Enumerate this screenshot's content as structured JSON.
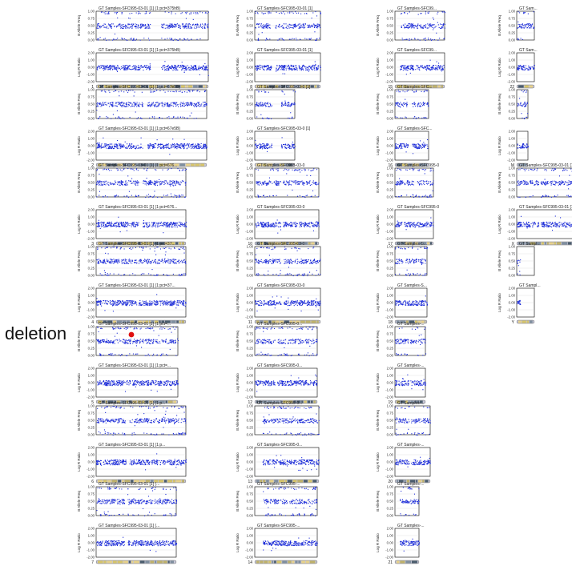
{
  "annotation": {
    "label": "deletion",
    "marker_color": "#e01010"
  },
  "colors": {
    "points": "#1a2ad8",
    "frame": "#000000",
    "grid": "#cccccc"
  },
  "axis_labels": {
    "baf": "B Allele Freq",
    "lrr": "Log R Ratio"
  },
  "ticks": {
    "baf": [
      "1.00",
      "0.75",
      "0.50",
      "0.25",
      "0.00"
    ],
    "lrr": [
      "2.00",
      "1.00",
      "0.00",
      "-1.00",
      "-2.00"
    ]
  },
  "chart_data": {
    "type": "scatter",
    "ylim_baf": [
      0,
      1
    ],
    "ylim_lrr": [
      -2,
      2
    ],
    "panels": [
      {
        "chromosome": "1",
        "title_top": "GT Samples-SFC995-03-01 [1] (1:pct=375hB)",
        "title_bottom": "GT Samples-SFC995-03-01 [1] (1:pct=375hB)",
        "gaps": [
          [
            0.48,
            0.58
          ]
        ]
      },
      {
        "chromosome": "8",
        "title_top": "GT Samples-SFC995-03-01 [1]",
        "title_bottom": "GT Samples-SFC995-03-01 [1]",
        "gaps": [
          [
            0.25,
            0.31
          ]
        ]
      },
      {
        "chromosome": "15",
        "title_top": "GT Samples-SFC99...",
        "title_bottom": "GT Samples-SFC99...",
        "gaps": [
          [
            0.0,
            0.1
          ]
        ]
      },
      {
        "chromosome": "22",
        "title_top": "GT Sam...",
        "title_bottom": "GT Sam...",
        "gaps": []
      },
      {
        "chromosome": "2",
        "title_top": "GT Samples-SFC995-03-01 [1] (1:pct=67e5B)",
        "title_bottom": "GT Samples-SFC995-03-01 [1] (1:pct=67e5B)",
        "gaps": [
          [
            0.42,
            0.46
          ]
        ]
      },
      {
        "chromosome": "9",
        "title_top": "GT Samples-SFC995-03-0 [1]",
        "title_bottom": "GT Samples-SFC995-03-0 [1]",
        "gaps": [
          [
            0.42,
            0.65
          ]
        ]
      },
      {
        "chromosome": "16",
        "title_top": "GT Samples-SFC...",
        "title_bottom": "GT Samples-SFC...",
        "gaps": [
          [
            0.38,
            0.5
          ]
        ]
      },
      {
        "chromosome": "M",
        "title_top": "",
        "title_bottom": "",
        "gaps": []
      },
      {
        "chromosome": "3",
        "title_top": "GT Samples-SFC995-03-01 [1] (1:pct=676...",
        "title_bottom": "GT Samples-SFC995-03-01 [1] (1:pct=676...",
        "gaps": [
          [
            0.47,
            0.52
          ]
        ]
      },
      {
        "chromosome": "10",
        "title_top": "GT Samples-SFC995-03-0",
        "title_bottom": "GT Samples-SFC995-03-0",
        "gaps": [
          [
            0.4,
            0.44
          ]
        ]
      },
      {
        "chromosome": "17",
        "title_top": "GT Samples-SFC995-0",
        "title_bottom": "GT Samples-SFC995-0",
        "gaps": [
          [
            0.2,
            0.24
          ]
        ]
      },
      {
        "chromosome": "X",
        "title_top": "GT Samples-SFC995-03-01 [1] ...",
        "title_bottom": "GT Samples-SFC995-03-01 [1] ...",
        "gaps": [
          [
            0.33,
            0.36
          ]
        ]
      },
      {
        "chromosome": "4",
        "title_top": "GT Samples-SFC995-03-01 [1] (1:pct=37...",
        "title_bottom": "GT Samples-SFC995-03-01 [1] (1:pct=37...",
        "gaps": [
          [
            0.45,
            0.47
          ]
        ]
      },
      {
        "chromosome": "11",
        "title_top": "GT Samples-SFC995-03-0",
        "title_bottom": "GT Samples-SFC995-03-0",
        "gaps": [
          [
            0.4,
            0.44
          ]
        ]
      },
      {
        "chromosome": "18",
        "title_top": "GT Samples-S...",
        "title_bottom": "GT Samples-S...",
        "gaps": [
          [
            0.25,
            0.28
          ]
        ]
      },
      {
        "chromosome": "Y",
        "title_top": "GT Sampl...",
        "title_bottom": "GT Sampl...",
        "gaps": [
          [
            0.2,
            1.0
          ]
        ]
      },
      {
        "chromosome": "5",
        "title_top": "GT Samples-SFC995-03-01 [1] (1:pct=...",
        "title_bottom": "GT Samples-SFC995-03-01 [1] (1:pct=...",
        "gaps": [
          [
            0.42,
            0.44
          ]
        ]
      },
      {
        "chromosome": "12",
        "title_top": "GT Samples-SFC995-0...",
        "title_bottom": "GT Samples-SFC995-0...",
        "gaps": [
          [
            0.32,
            0.36
          ]
        ]
      },
      {
        "chromosome": "19",
        "title_top": "GT Samples-...",
        "title_bottom": "GT Samples-...",
        "gaps": [
          [
            0.45,
            0.5
          ]
        ]
      },
      {
        "chromosome": "6",
        "title_top": "GT Samples-SFC995-03-01 [1] (1:p...",
        "title_bottom": "GT Samples-SFC995-03-01 [1] (1:p...",
        "gaps": [
          [
            0.33,
            0.37
          ]
        ]
      },
      {
        "chromosome": "13",
        "title_top": "GT Samples-SFC995-0...",
        "title_bottom": "GT Samples-SFC995-0...",
        "gaps": [
          [
            0.0,
            0.12
          ]
        ]
      },
      {
        "chromosome": "20",
        "title_top": "GT Samples-...",
        "title_bottom": "GT Samples-...",
        "gaps": [
          [
            0.4,
            0.45
          ]
        ]
      },
      {
        "chromosome": "7",
        "title_top": "GT Samples-SFC995-03-01 [1] (...",
        "title_bottom": "GT Samples-SFC995-03-01 [1] (...",
        "gaps": [
          [
            0.35,
            0.39
          ]
        ]
      },
      {
        "chromosome": "14",
        "title_top": "GT Samples-SFC995-...",
        "title_bottom": "GT Samples-SFC995-...",
        "gaps": [
          [
            0.0,
            0.13
          ]
        ]
      },
      {
        "chromosome": "21",
        "title_top": "GT Samples-...",
        "title_bottom": "GT Samples-...",
        "gaps": [
          [
            0.0,
            0.2
          ]
        ]
      }
    ]
  }
}
